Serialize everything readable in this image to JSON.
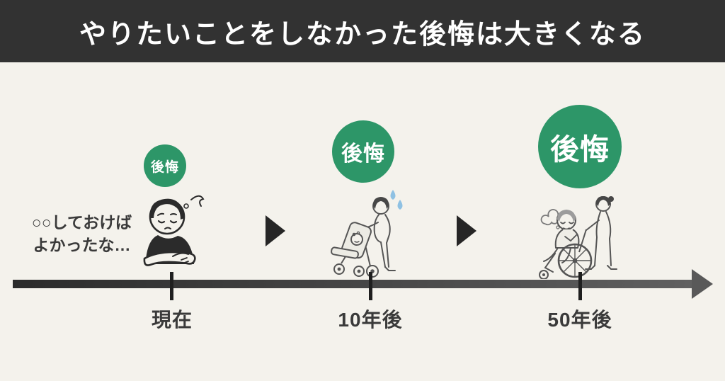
{
  "header": {
    "title": "やりたいことをしなかった後悔は大きくなる",
    "bg_color": "#323232",
    "text_color": "#ffffff"
  },
  "page": {
    "bg_color": "#f4f2ec"
  },
  "speech": {
    "line1": "○○しておけば",
    "line2": "よかったな…"
  },
  "badge_color": "#2d9668",
  "stages": [
    {
      "time_label": "現在",
      "badge": "後悔",
      "badge_scale": 1,
      "illustration": "sad-person-arms-crossed"
    },
    {
      "time_label": "10年後",
      "badge": "後悔",
      "badge_scale": 1.5,
      "illustration": "parent-pushing-stroller"
    },
    {
      "time_label": "50年後",
      "badge": "後悔",
      "badge_scale": 2,
      "illustration": "elderly-wheelchair-with-caregiver"
    }
  ],
  "icons": {
    "next_stage_arrow": "▶",
    "timeline_arrowhead": "▶",
    "sigh_squiggle": "〰",
    "sweat_drops": "💧",
    "sigh_cloud": "☁"
  },
  "timeline": {
    "gradient_start": "#2b2b2b",
    "gradient_end": "#606060",
    "tick_color": "#1f1f1f"
  }
}
